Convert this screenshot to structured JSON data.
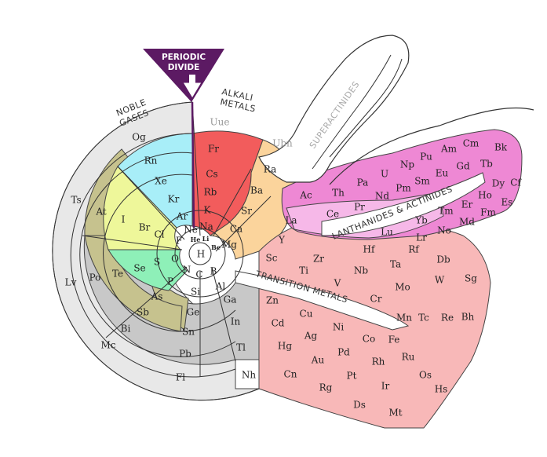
{
  "labels": {
    "periodic_divide_line1": "PERIODIC",
    "periodic_divide_line2": "DIVIDE",
    "noble_gases_line1": "NOBLE",
    "noble_gases_line2": "GASES",
    "alkali_metals_line1": "ALKALI",
    "alkali_metals_line2": "METALS",
    "superactinides": "SUPERACTINIDES",
    "lanthanides_actinides": "LANTHANIDES & ACTINIDES",
    "transition_metals": "TRANSITION METALS"
  },
  "colors": {
    "alkali": "#f25c5c",
    "alkaline_earth": "#fbd49c",
    "noble": "#a8eef8",
    "halogen": "#eef79a",
    "chalcogen": "#8ef0b8",
    "pnictogen": "#c6c28e",
    "boron_group": "#c8c8c8",
    "transition": "#f8b8b8",
    "f_block": "#ee88d4",
    "f_block_light": "#f6b8e8",
    "unknown": "#e8e8e8",
    "divide": "#5c1a63"
  },
  "elements": [
    {
      "symbol": "H",
      "group": "halogen"
    },
    {
      "symbol": "He",
      "group": "halogen"
    },
    {
      "symbol": "Li",
      "group": "alkali"
    },
    {
      "symbol": "Be",
      "group": "alkaline_earth"
    },
    {
      "symbol": "B",
      "group": "boron_group"
    },
    {
      "symbol": "C",
      "group": "pnictogen"
    },
    {
      "symbol": "N",
      "group": "chalcogen"
    },
    {
      "symbol": "O",
      "group": "chalcogen"
    },
    {
      "symbol": "F",
      "group": "halogen"
    },
    {
      "symbol": "Ne",
      "group": "noble"
    },
    {
      "symbol": "Na",
      "group": "alkali"
    },
    {
      "symbol": "Mg",
      "group": "alkaline_earth"
    },
    {
      "symbol": "Al",
      "group": "boron_group"
    },
    {
      "symbol": "Si",
      "group": "pnictogen"
    },
    {
      "symbol": "P",
      "group": "chalcogen"
    },
    {
      "symbol": "S",
      "group": "chalcogen"
    },
    {
      "symbol": "Cl",
      "group": "halogen"
    },
    {
      "symbol": "Ar",
      "group": "noble"
    },
    {
      "symbol": "K",
      "group": "alkali"
    },
    {
      "symbol": "Ca",
      "group": "alkaline_earth"
    },
    {
      "symbol": "Ga",
      "group": "boron_group"
    },
    {
      "symbol": "Ge",
      "group": "pnictogen"
    },
    {
      "symbol": "As",
      "group": "pnictogen"
    },
    {
      "symbol": "Se",
      "group": "chalcogen"
    },
    {
      "symbol": "Br",
      "group": "halogen"
    },
    {
      "symbol": "Kr",
      "group": "noble"
    },
    {
      "symbol": "Rb",
      "group": "alkali"
    },
    {
      "symbol": "Sr",
      "group": "alkaline_earth"
    },
    {
      "symbol": "In",
      "group": "boron_group"
    },
    {
      "symbol": "Sn",
      "group": "boron_group"
    },
    {
      "symbol": "Sb",
      "group": "pnictogen"
    },
    {
      "symbol": "Te",
      "group": "pnictogen"
    },
    {
      "symbol": "I",
      "group": "halogen"
    },
    {
      "symbol": "Xe",
      "group": "noble"
    },
    {
      "symbol": "Cs",
      "group": "alkali"
    },
    {
      "symbol": "Ba",
      "group": "alkaline_earth"
    },
    {
      "symbol": "Tl",
      "group": "boron_group"
    },
    {
      "symbol": "Pb",
      "group": "boron_group"
    },
    {
      "symbol": "Bi",
      "group": "boron_group"
    },
    {
      "symbol": "Po",
      "group": "boron_group"
    },
    {
      "symbol": "At",
      "group": "pnictogen"
    },
    {
      "symbol": "Rn",
      "group": "noble"
    },
    {
      "symbol": "Fr",
      "group": "alkali"
    },
    {
      "symbol": "Ra",
      "group": "alkaline_earth"
    },
    {
      "symbol": "Nh",
      "group": "unknown"
    },
    {
      "symbol": "Fl",
      "group": "unknown"
    },
    {
      "symbol": "Mc",
      "group": "unknown"
    },
    {
      "symbol": "Lv",
      "group": "unknown"
    },
    {
      "symbol": "Ts",
      "group": "unknown"
    },
    {
      "symbol": "Og",
      "group": "unknown"
    },
    {
      "symbol": "Uue",
      "group": "unknown"
    },
    {
      "symbol": "Ubn",
      "group": "unknown"
    },
    {
      "symbol": "Sc",
      "group": "transition"
    },
    {
      "symbol": "Y",
      "group": "transition"
    },
    {
      "symbol": "Ti",
      "group": "transition"
    },
    {
      "symbol": "Zr",
      "group": "transition"
    },
    {
      "symbol": "V",
      "group": "transition"
    },
    {
      "symbol": "Nb",
      "group": "transition"
    },
    {
      "symbol": "Cr",
      "group": "transition"
    },
    {
      "symbol": "Mo",
      "group": "transition"
    },
    {
      "symbol": "Mn",
      "group": "transition"
    },
    {
      "symbol": "Tc",
      "group": "transition"
    },
    {
      "symbol": "Re",
      "group": "transition"
    },
    {
      "symbol": "Bh",
      "group": "transition"
    },
    {
      "symbol": "Fe",
      "group": "transition"
    },
    {
      "symbol": "Ru",
      "group": "transition"
    },
    {
      "symbol": "Os",
      "group": "transition"
    },
    {
      "symbol": "Hs",
      "group": "transition"
    },
    {
      "symbol": "Co",
      "group": "transition"
    },
    {
      "symbol": "Rh",
      "group": "transition"
    },
    {
      "symbol": "Ir",
      "group": "transition"
    },
    {
      "symbol": "Mt",
      "group": "unknown"
    },
    {
      "symbol": "Ni",
      "group": "transition"
    },
    {
      "symbol": "Pd",
      "group": "transition"
    },
    {
      "symbol": "Pt",
      "group": "transition"
    },
    {
      "symbol": "Ds",
      "group": "unknown"
    },
    {
      "symbol": "Cu",
      "group": "transition"
    },
    {
      "symbol": "Ag",
      "group": "transition"
    },
    {
      "symbol": "Au",
      "group": "transition"
    },
    {
      "symbol": "Rg",
      "group": "unknown"
    },
    {
      "symbol": "Zn",
      "group": "transition"
    },
    {
      "symbol": "Cd",
      "group": "transition"
    },
    {
      "symbol": "Hg",
      "group": "transition"
    },
    {
      "symbol": "Cn",
      "group": "transition"
    },
    {
      "symbol": "Hf",
      "group": "transition"
    },
    {
      "symbol": "Ta",
      "group": "transition"
    },
    {
      "symbol": "W",
      "group": "transition"
    },
    {
      "symbol": "Sg",
      "group": "transition"
    },
    {
      "symbol": "Rf",
      "group": "transition"
    },
    {
      "symbol": "Db",
      "group": "transition"
    },
    {
      "symbol": "La",
      "group": "f_block"
    },
    {
      "symbol": "Ac",
      "group": "f_block"
    },
    {
      "symbol": "Ce",
      "group": "f_block_light"
    },
    {
      "symbol": "Th",
      "group": "f_block"
    },
    {
      "symbol": "Pr",
      "group": "f_block_light"
    },
    {
      "symbol": "Pa",
      "group": "f_block"
    },
    {
      "symbol": "Nd",
      "group": "f_block"
    },
    {
      "symbol": "U",
      "group": "f_block"
    },
    {
      "symbol": "Pm",
      "group": "f_block"
    },
    {
      "symbol": "Np",
      "group": "f_block"
    },
    {
      "symbol": "Sm",
      "group": "f_block"
    },
    {
      "symbol": "Pu",
      "group": "f_block"
    },
    {
      "symbol": "Eu",
      "group": "f_block"
    },
    {
      "symbol": "Am",
      "group": "f_block"
    },
    {
      "symbol": "Gd",
      "group": "f_block"
    },
    {
      "symbol": "Cm",
      "group": "f_block"
    },
    {
      "symbol": "Tb",
      "group": "f_block"
    },
    {
      "symbol": "Bk",
      "group": "f_block"
    },
    {
      "symbol": "Dy",
      "group": "f_block"
    },
    {
      "symbol": "Cf",
      "group": "f_block"
    },
    {
      "symbol": "Ho",
      "group": "f_block"
    },
    {
      "symbol": "Es",
      "group": "f_block"
    },
    {
      "symbol": "Er",
      "group": "f_block"
    },
    {
      "symbol": "Fm",
      "group": "f_block"
    },
    {
      "symbol": "Tm",
      "group": "f_block"
    },
    {
      "symbol": "Md",
      "group": "f_block"
    },
    {
      "symbol": "Yb",
      "group": "f_block"
    },
    {
      "symbol": "No",
      "group": "f_block"
    },
    {
      "symbol": "Lu",
      "group": "f_block_light"
    },
    {
      "symbol": "Lr",
      "group": "f_block"
    }
  ]
}
